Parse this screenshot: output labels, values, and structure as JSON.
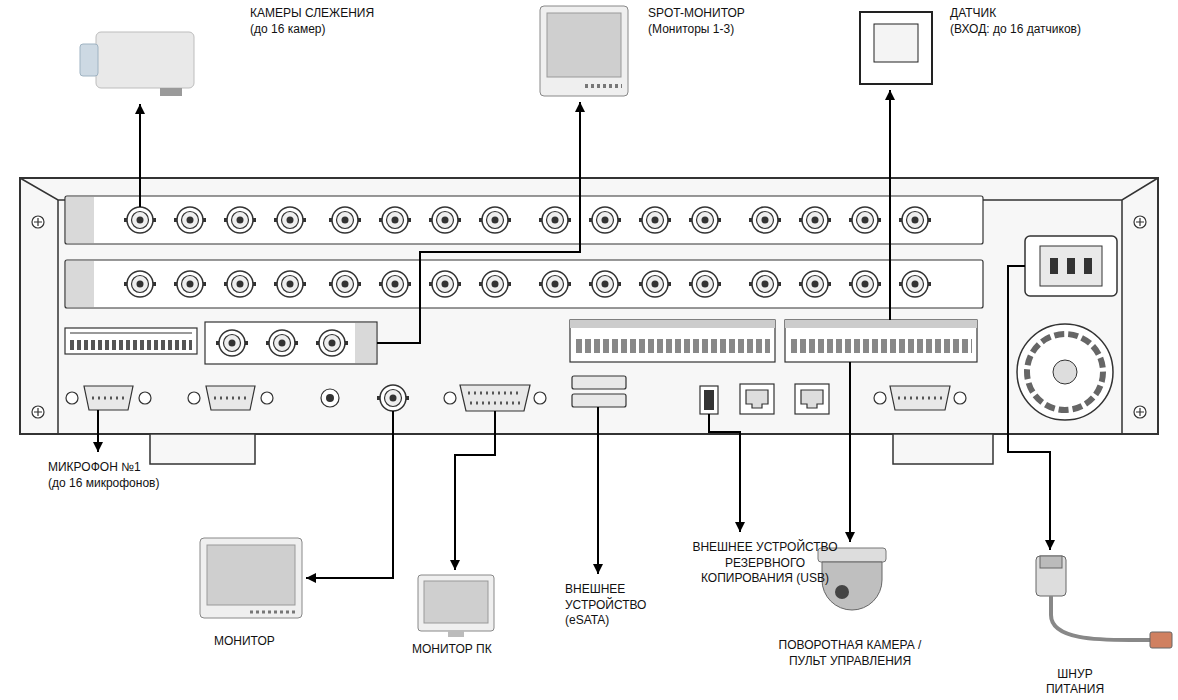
{
  "diagram": {
    "nodes": [
      {
        "text": [
          "КАМЕРЫ СЛЕЖЕНИЯ",
          "(до 16 камер)"
        ]
      },
      {
        "text": [
          "SPOT-МОНИТОР",
          "(Мониторы 1-3)"
        ]
      },
      {
        "text": [
          "ДАТЧИК",
          "(ВХОД: до 16 датчиков)"
        ]
      },
      {
        "text": [
          "МИКРОФОН №1",
          "(до 16 микрофонов)"
        ]
      },
      {
        "text": [
          "МОНИТОР"
        ]
      },
      {
        "text": [
          "МОНИТОР ПК"
        ]
      },
      {
        "text": [
          "ВНЕШНЕЕ УСТРОЙСТВО (eSATA)"
        ]
      },
      {
        "text": [
          "ВНЕШНЕЕ УСТРОЙСТВО РЕЗЕРВНОГО КОПИРОВАНИЯ (USB)"
        ]
      },
      {
        "text": [
          "ПОВОРОТНАЯ КАМЕРА / ПУЛЬТ УПРАВЛЕНИЯ"
        ]
      },
      {
        "text": [
          "ШНУР ПИТАНИЯ"
        ]
      }
    ]
  }
}
